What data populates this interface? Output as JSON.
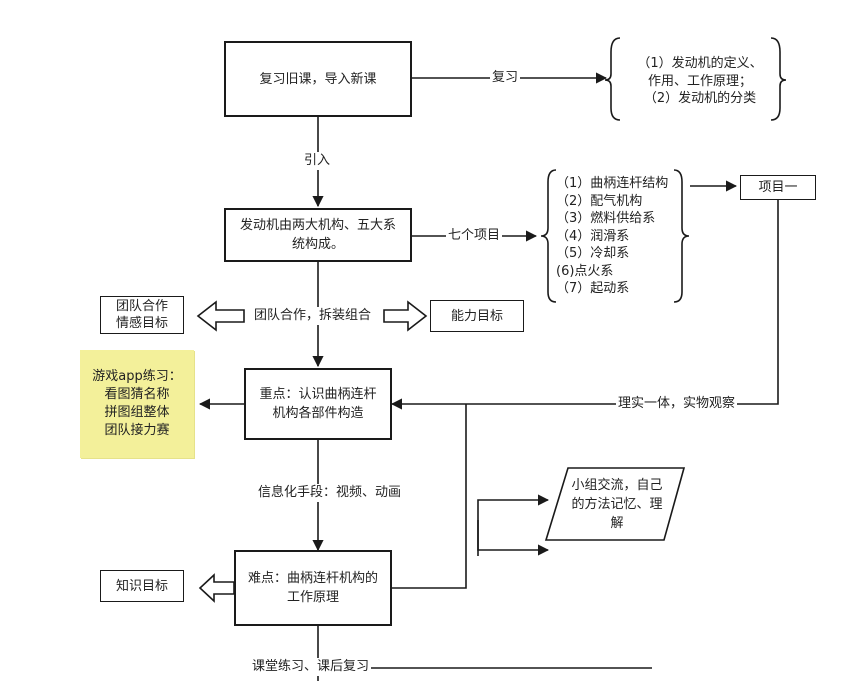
{
  "nodes": {
    "review": "复习旧课，导入新课",
    "review_content": [
      "（1）发动机的定义、",
      "作用、工作原理；",
      "（2）发动机的分类"
    ],
    "composition": "发动机由两大机构、五大系统构成。",
    "project_list": [
      "（1）曲柄连杆结构",
      "（2）配气机构",
      "（3）燃料供给系",
      "（4）润滑系",
      "（5）冷却系",
      "(6)点火系",
      "（7）起动系"
    ],
    "project_one": "项目一",
    "team_goal": [
      "团队合作",
      "情感目标"
    ],
    "ability_goal": "能力目标",
    "key_point": "重点：认识曲柄连杆机构各部件构造",
    "game_note": [
      "游戏app练习：",
      "看图猜名称",
      "拼图组整体",
      "团队接力赛"
    ],
    "group_exchange": "小组交流，自己的方法记忆、理解",
    "difficulty": "难点：曲柄连杆机构的工作原理",
    "knowledge_goal": "知识目标"
  },
  "edges": {
    "review_label": "复习",
    "introduce_label": "引入",
    "seven_projects_label": "七个项目",
    "teamwork_label": "团队合作，拆装组合",
    "practice_label": "理实一体，实物观察",
    "info_label": "信息化手段：视频、动画",
    "homework_label": "课堂练习、课后复习"
  },
  "colors": {
    "line": "#1a1a1a",
    "note": "#f3f09a"
  }
}
